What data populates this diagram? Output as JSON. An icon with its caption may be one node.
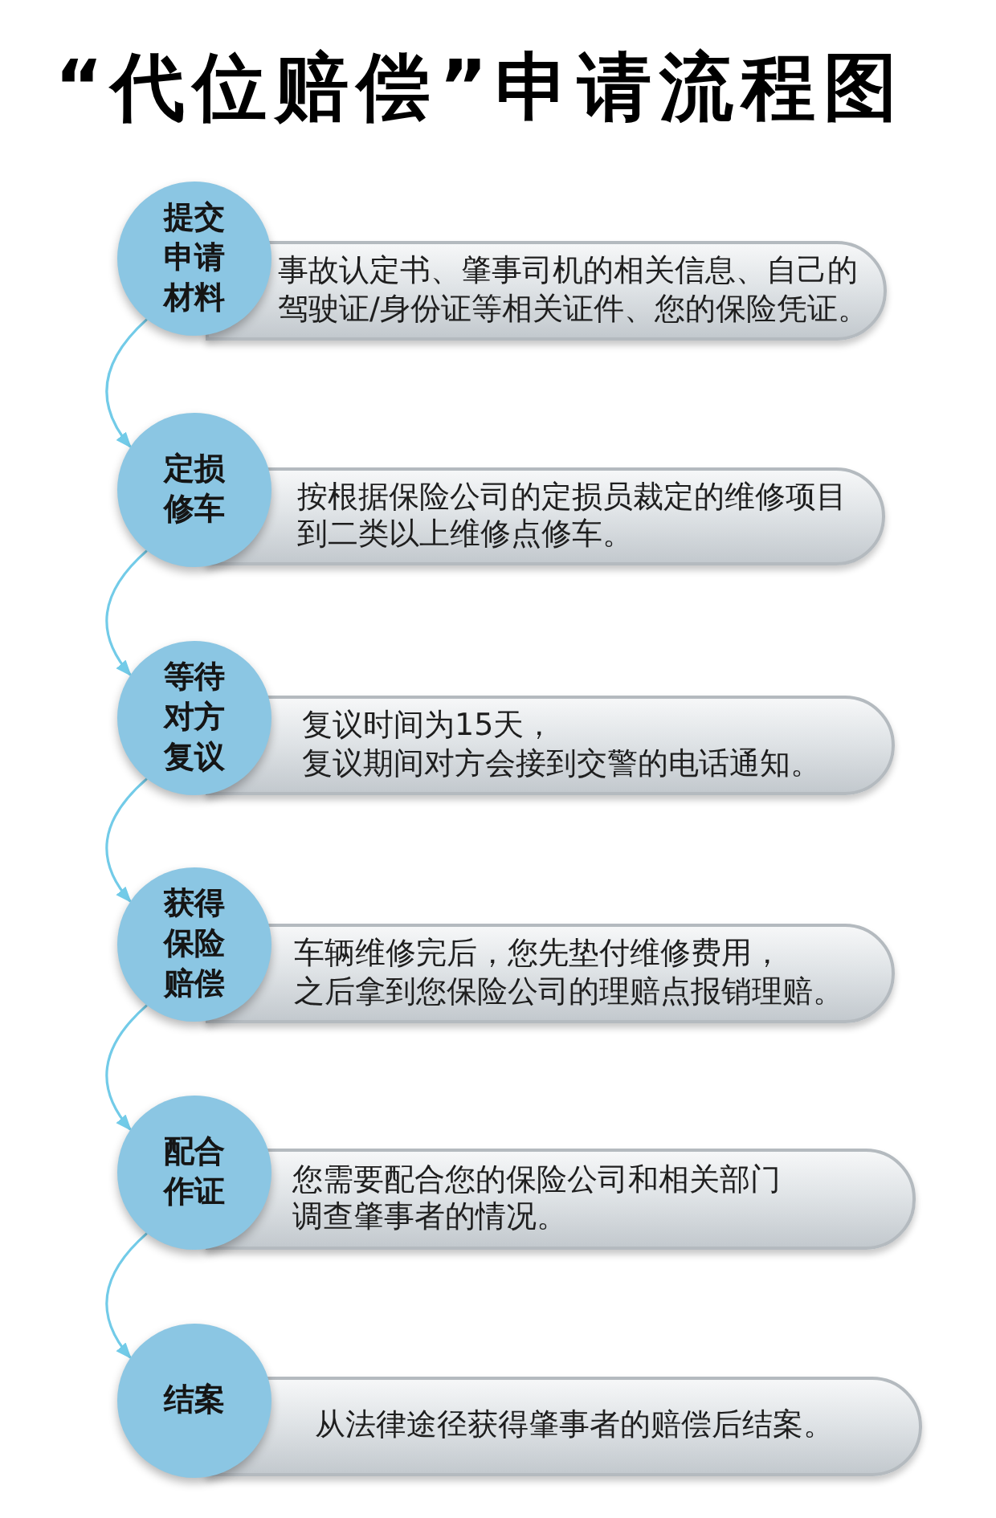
{
  "diagram": {
    "title": "“代位赔偿”申请流程图",
    "nodes": [
      {
        "text": [
          "提交申请材料"
        ]
      },
      {
        "text": [
          "事故认定书、肇事司机的相关信息、自己的驾驶证/身份证等相关证件、您的保险凭证。"
        ]
      },
      {
        "text": [
          "定损修车"
        ]
      },
      {
        "text": [
          "按根据保险公司的定损员裁定的维修项目到二类以上维修点修车。"
        ]
      },
      {
        "text": [
          "等待对方复议"
        ]
      },
      {
        "text": [
          "复议时间为15天，复议期间对方会接到交警的电话通知。"
        ]
      },
      {
        "text": [
          "获得保险赔偿"
        ]
      },
      {
        "text": [
          "车辆维修完后，您先垫付维修费用，之后拿到您保险公司的理赔点报销理赔。"
        ]
      },
      {
        "text": [
          "配合作证"
        ]
      },
      {
        "text": [
          "您需要配合您的保险公司和相关部门调查肇事者的情况。"
        ]
      },
      {
        "text": [
          "结案"
        ]
      },
      {
        "text": [
          "从法律途径获得肇事者的赔偿后结案。"
        ]
      }
    ],
    "edges": [
      {
        "from": 0,
        "to": 2,
        "arrow": "to"
      },
      {
        "from": 2,
        "to": 4,
        "arrow": "to"
      },
      {
        "from": 4,
        "to": 6,
        "arrow": "to"
      },
      {
        "from": 6,
        "to": 8,
        "arrow": "to"
      },
      {
        "from": 8,
        "to": 10,
        "arrow": "to"
      }
    ]
  }
}
